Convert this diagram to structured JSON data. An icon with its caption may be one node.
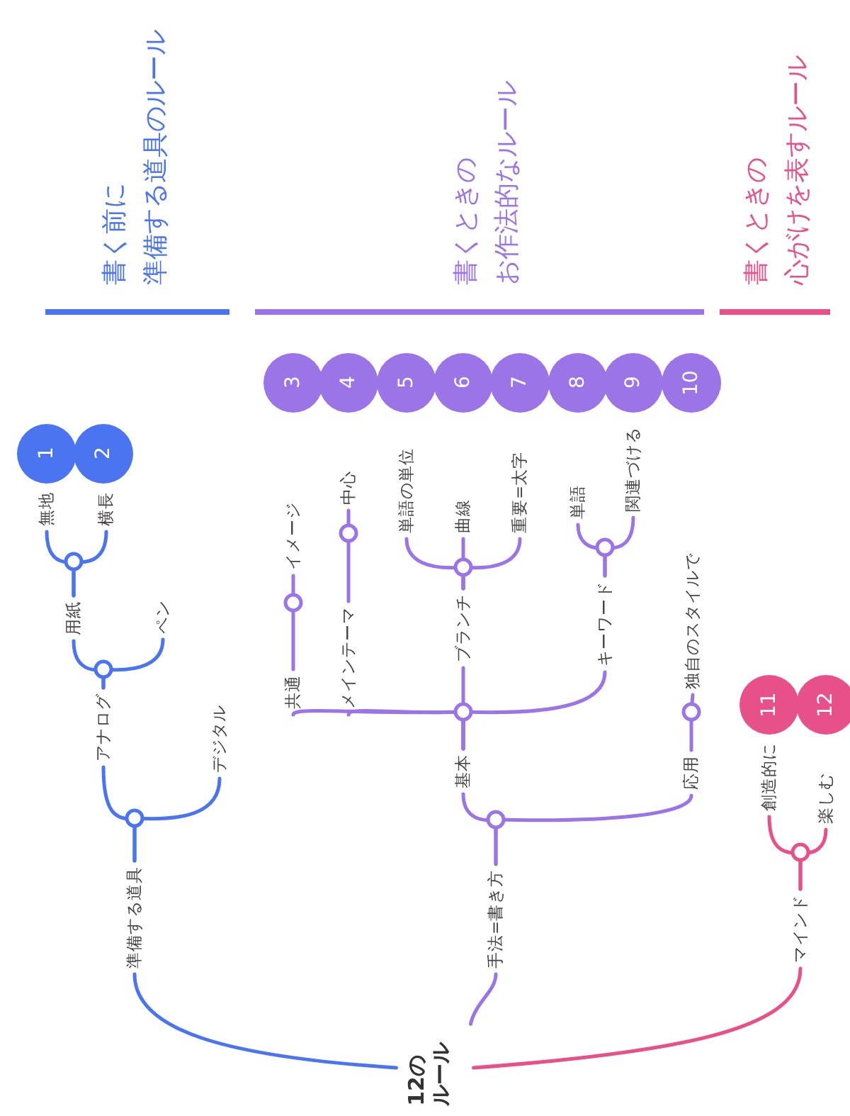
{
  "diagram": {
    "nodes": [
      {
        "text": [
          "12のルール"
        ]
      },
      {
        "text": [
          "準備する道具"
        ]
      },
      {
        "text": [
          "アナログ"
        ]
      },
      {
        "text": [
          "デジタル"
        ]
      },
      {
        "text": [
          "用紙"
        ]
      },
      {
        "text": [
          "ペン"
        ]
      },
      {
        "text": [
          "無地"
        ]
      },
      {
        "text": [
          "横長"
        ]
      },
      {
        "text": [
          "手法=書き方"
        ]
      },
      {
        "text": [
          "基本"
        ]
      },
      {
        "text": [
          "応用"
        ]
      },
      {
        "text": [
          "共通"
        ]
      },
      {
        "text": [
          "メインテーマ"
        ]
      },
      {
        "text": [
          "ブランチ"
        ]
      },
      {
        "text": [
          "キーワード"
        ]
      },
      {
        "text": [
          "イメージ"
        ]
      },
      {
        "text": [
          "中心"
        ]
      },
      {
        "text": [
          "単語の単位"
        ]
      },
      {
        "text": [
          "曲線"
        ]
      },
      {
        "text": [
          "重要=太字"
        ]
      },
      {
        "text": [
          "単語"
        ]
      },
      {
        "text": [
          "関連づける"
        ]
      },
      {
        "text": [
          "独自のスタイルで"
        ]
      },
      {
        "text": [
          "マインド"
        ]
      },
      {
        "text": [
          "創造的に"
        ]
      },
      {
        "text": [
          "楽しむ"
        ]
      },
      {
        "text": [
          "1"
        ]
      },
      {
        "text": [
          "2"
        ]
      },
      {
        "text": [
          "3"
        ]
      },
      {
        "text": [
          "4"
        ]
      },
      {
        "text": [
          "5"
        ]
      },
      {
        "text": [
          "6"
        ]
      },
      {
        "text": [
          "7"
        ]
      },
      {
        "text": [
          "8"
        ]
      },
      {
        "text": [
          "9"
        ]
      },
      {
        "text": [
          "10"
        ]
      },
      {
        "text": [
          "11"
        ]
      },
      {
        "text": [
          "12"
        ]
      }
    ],
    "edges": [
      {
        "from": 0,
        "to": 1,
        "arrow": "none",
        "color": "#4a74f0"
      },
      {
        "from": 0,
        "to": 8,
        "arrow": "none"
      },
      {
        "from": 0,
        "to": 23,
        "arrow": "none",
        "color": "#e8508a"
      },
      {
        "from": 1,
        "to": 2,
        "arrow": "none",
        "color": "#4a74f0"
      },
      {
        "from": 1,
        "to": 3,
        "arrow": "none",
        "color": "#4a74f0"
      },
      {
        "from": 2,
        "to": 4,
        "arrow": "none",
        "color": "#4a74f0"
      },
      {
        "from": 2,
        "to": 5,
        "arrow": "none",
        "color": "#4a74f0"
      },
      {
        "from": 4,
        "to": 6,
        "arrow": "none",
        "color": "#4a74f0"
      },
      {
        "from": 4,
        "to": 7,
        "arrow": "none",
        "color": "#4a74f0"
      },
      {
        "from": 8,
        "to": 9,
        "arrow": "none"
      },
      {
        "from": 8,
        "to": 10,
        "arrow": "none"
      },
      {
        "from": 9,
        "to": 11,
        "arrow": "none"
      },
      {
        "from": 9,
        "to": 12,
        "arrow": "none"
      },
      {
        "from": 9,
        "to": 13,
        "arrow": "none"
      },
      {
        "from": 9,
        "to": 14,
        "arrow": "none"
      },
      {
        "from": 11,
        "to": 15,
        "arrow": "none"
      },
      {
        "from": 12,
        "to": 16,
        "arrow": "none"
      },
      {
        "from": 13,
        "to": 17,
        "arrow": "none"
      },
      {
        "from": 13,
        "to": 18,
        "arrow": "none"
      },
      {
        "from": 13,
        "to": 19,
        "arrow": "none"
      },
      {
        "from": 14,
        "to": 20,
        "arrow": "none"
      },
      {
        "from": 14,
        "to": 21,
        "arrow": "none"
      },
      {
        "from": 10,
        "to": 22,
        "arrow": "none"
      },
      {
        "from": 23,
        "to": 24,
        "arrow": "none",
        "color": "#e8508a"
      },
      {
        "from": 23,
        "to": 25,
        "arrow": "none",
        "color": "#e8508a"
      }
    ],
    "labels": [
      "書く前に",
      "準備する道具のルール",
      "書くときの",
      "お作法的なルール",
      "書くときの",
      "心がけを表すルール"
    ]
  }
}
